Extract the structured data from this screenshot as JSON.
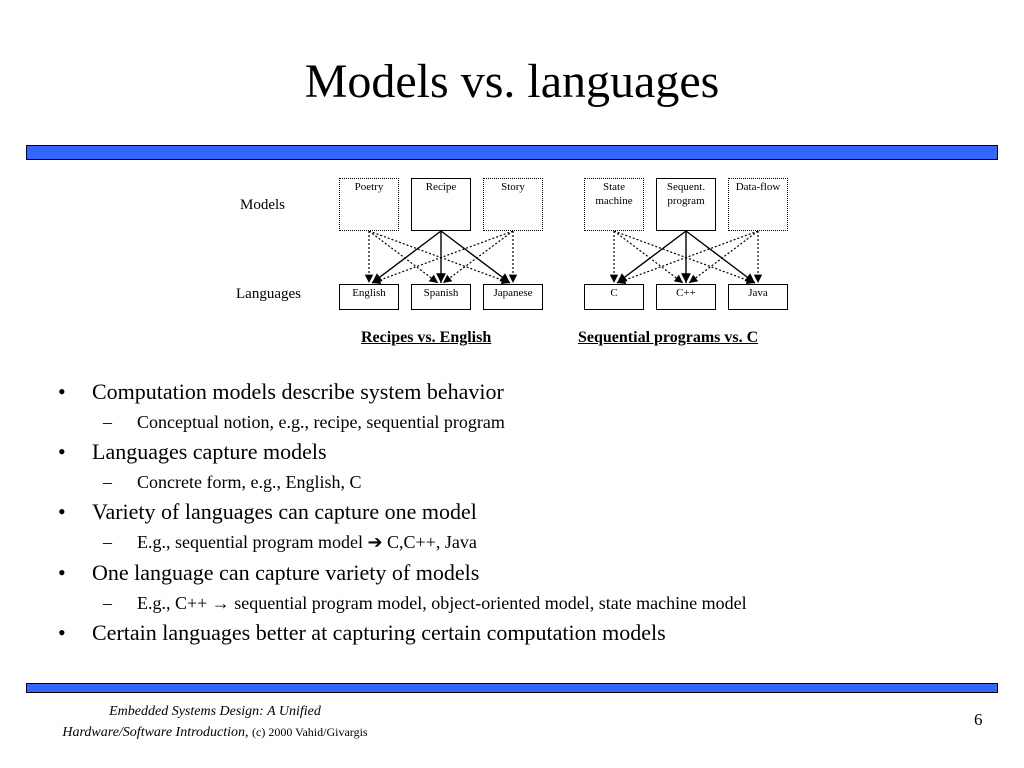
{
  "slide": {
    "title": "Models vs. languages",
    "page_number": "6"
  },
  "diagram": {
    "row_labels": {
      "models": "Models",
      "languages": "Languages"
    },
    "left": {
      "models": [
        "Poetry",
        "Recipe",
        "Story"
      ],
      "languages": [
        "English",
        "Spanish",
        "Japanese"
      ],
      "caption": "Recipes vs. English"
    },
    "right": {
      "models": [
        "State machine",
        "Sequent. program",
        "Data-flow"
      ],
      "languages": [
        "C",
        "C++",
        "Java"
      ],
      "caption": "Sequential programs vs. C"
    }
  },
  "bullets": [
    {
      "text": "Computation models describe system behavior",
      "sub": "Conceptual notion, e.g., recipe, sequential program"
    },
    {
      "text": "Languages capture models",
      "sub": "Concrete form, e.g., English, C"
    },
    {
      "text": "Variety of languages can capture one model",
      "sub_before": "E.g., sequential program model",
      "sub_arrow": "➔",
      "sub_after": "C,C++, Java"
    },
    {
      "text": "One language can capture variety of models",
      "sub": "E.g., C++ → sequential program model, object-oriented model, state machine model"
    },
    {
      "text": "Certain languages better at capturing certain computation models"
    }
  ],
  "markers": {
    "bullet": "•",
    "dash": "–"
  },
  "footer": {
    "line1": "Embedded Systems Design: A Unified",
    "line2": "Hardware/Software Introduction,",
    "copyright": "(c) 2000 Vahid/Givargis"
  },
  "colors": {
    "rule": "#3366ff"
  }
}
